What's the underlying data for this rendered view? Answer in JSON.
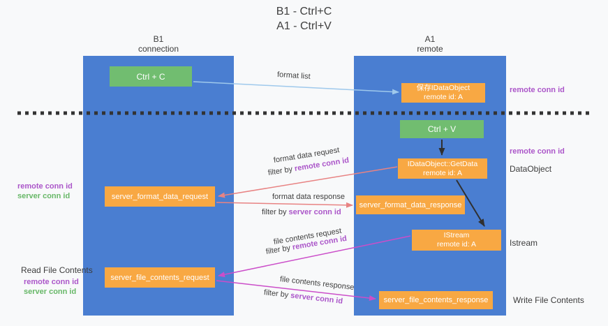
{
  "title": {
    "line1": "B1 - Ctrl+C",
    "line2": "A1 - Ctrl+V"
  },
  "lanes": {
    "b1": {
      "name": "B1",
      "role": "connection"
    },
    "a1": {
      "name": "A1",
      "role": "remote"
    }
  },
  "nodes": {
    "ctrl_c": {
      "label": "Ctrl + C"
    },
    "save_dataobject": {
      "line1": "保存IDataObject",
      "line2": "remote id: A"
    },
    "ctrl_v": {
      "label": "Ctrl + V"
    },
    "getdata": {
      "line1": "IDataObject::GetData",
      "line2": "remote id: A"
    },
    "server_format_data_request": {
      "label": "server_format_data_request"
    },
    "server_format_data_response": {
      "label": "server_format_data_response"
    },
    "istream": {
      "line1": "IStream",
      "line2": "remote id: A"
    },
    "server_file_contents_request": {
      "label": "server_file_contents_request"
    },
    "server_file_contents_response": {
      "label": "server_file_contents_response"
    }
  },
  "edge_labels": {
    "format_list": "format list",
    "format_data_request": "format data request",
    "format_data_response": "format data response",
    "file_contents_request": "file contents request",
    "file_contents_response": "file contents response",
    "filter_by": "filter by ",
    "remote_conn_id": "remote conn id",
    "server_conn_id": "server conn id"
  },
  "side_labels": {
    "remote_conn_id": "remote conn id",
    "server_conn_id": "server conn id",
    "dataobject": "DataObject",
    "istream": "Istream",
    "read_file_contents": "Read File Contents",
    "write_file_contents": "Write File Contents"
  },
  "colors": {
    "lane_blue": "#4a7ed1",
    "box_orange": "#f8a843",
    "box_green": "#71bd70",
    "purple_text": "#ab56c9",
    "green_text": "#68b868",
    "arrow_blue": "#9fc9ec",
    "arrow_salmon": "#e88383",
    "arrow_magenta": "#cb4ec9",
    "arrow_black": "#303030",
    "dashed_line": "#333333",
    "background": "#f8f9fa"
  }
}
